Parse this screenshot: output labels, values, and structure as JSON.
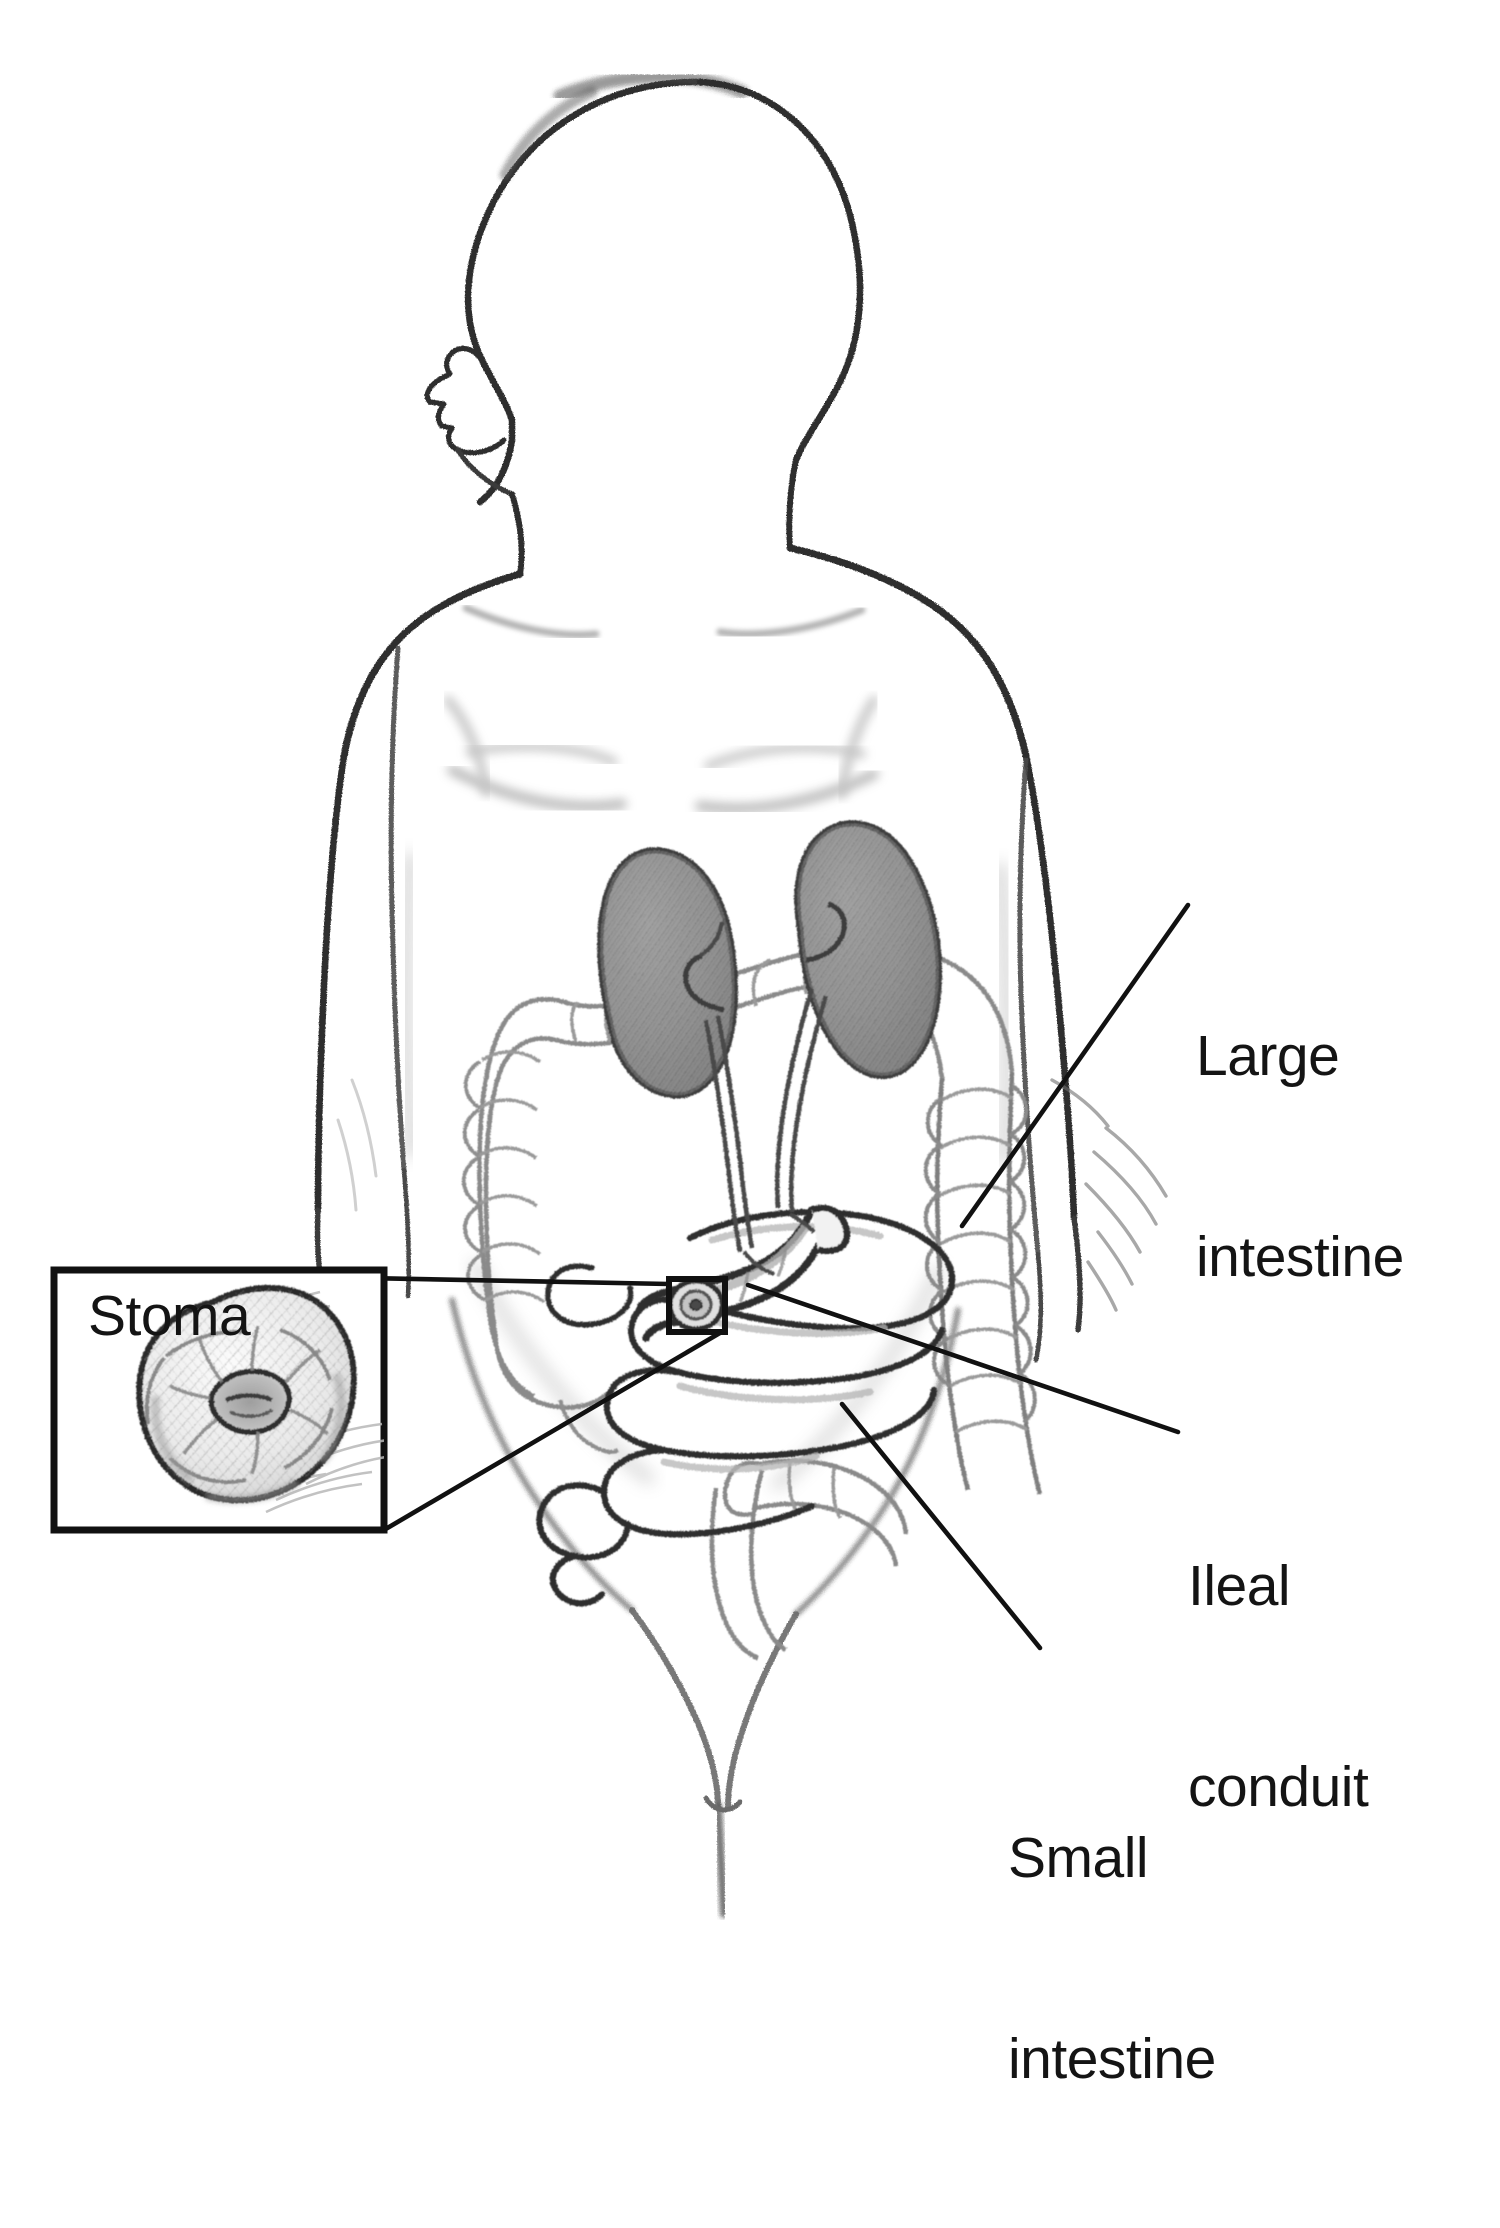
{
  "figure": {
    "title": "Ileal conduit urinary diversion",
    "subject": "Anterior view of human torso showing urinary diversion anatomy",
    "style": "pencil medical illustration, grayscale",
    "background_color": "#ffffff",
    "ink_color": "#141414",
    "organ_shade_color": "#8d8d8d",
    "outline_color": "#3a3a3a"
  },
  "labels": {
    "stoma": "Stoma",
    "large_intestine": "Large\nintestine",
    "ileal_conduit": "Ileal\nconduit",
    "small_intestine": "Small\nintestine"
  },
  "label_lines": {
    "stoma_l1": "Stoma",
    "stoma_l2": "",
    "large_l1": "Large",
    "large_l2": "intestine",
    "ileal_l1": "Ileal",
    "ileal_l2": "conduit",
    "small_l1": "Small",
    "small_l2": "intestine"
  },
  "callouts": [
    {
      "name": "stoma-inset",
      "label": "Stoma",
      "kind": "magnified-detail-box"
    },
    {
      "name": "stoma-marker",
      "label": "",
      "kind": "region-marker-box"
    }
  ],
  "leader_lines": [
    {
      "name": "large-intestine-leader",
      "from": "label",
      "to": "ascending colon"
    },
    {
      "name": "ileal-conduit-leader",
      "from": "label",
      "to": "ileal conduit segment"
    },
    {
      "name": "small-intestine-leader",
      "from": "label",
      "to": "small bowel loop"
    },
    {
      "name": "stoma-inset-leader-top",
      "from": "inset box",
      "to": "stoma marker box"
    },
    {
      "name": "stoma-inset-leader-bottom",
      "from": "inset box",
      "to": "stoma marker box"
    }
  ],
  "anatomy": [
    "head",
    "neck",
    "torso",
    "left arm",
    "right arm",
    "left kidney",
    "right kidney",
    "left ureter",
    "right ureter",
    "ileal conduit",
    "stoma",
    "large intestine",
    "small intestine",
    "pelvis"
  ]
}
